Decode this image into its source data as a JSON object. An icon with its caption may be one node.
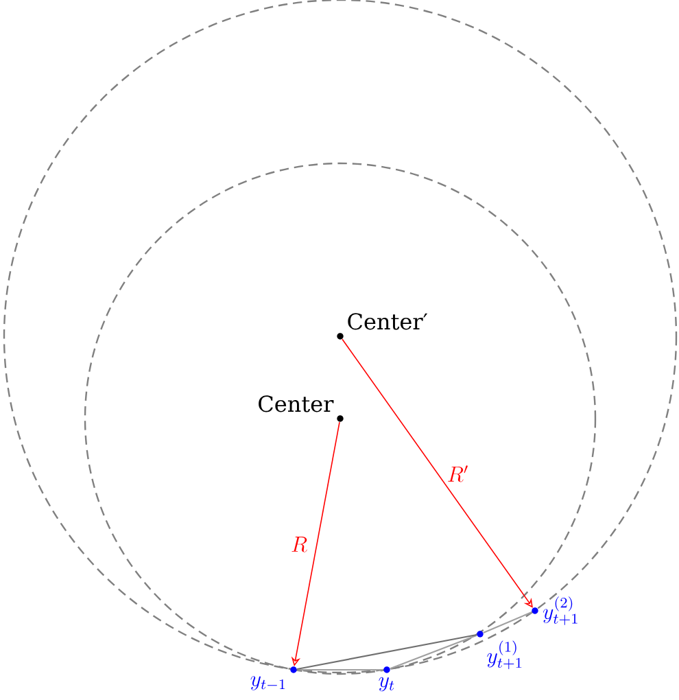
{
  "diagram": {
    "nodes": [
      {
        "text": [
          "Center"
        ]
      },
      {
        "text": [
          "Center′"
        ]
      },
      {
        "text": [
          "y_{t-1}"
        ]
      },
      {
        "text": [
          "y_t"
        ]
      },
      {
        "text": [
          "y_{t+1}^{(1)}"
        ]
      },
      {
        "text": [
          "y_{t+1}^{(2)}"
        ]
      }
    ],
    "edges": [
      {
        "from": 0,
        "to": 2,
        "arrow": "to",
        "label": "R",
        "color": "#ff0000"
      },
      {
        "from": 1,
        "to": 5,
        "arrow": "to",
        "label": "R'",
        "color": "#ff0000"
      },
      {
        "from": 2,
        "to": 3,
        "arrow": "none"
      },
      {
        "from": 3,
        "to": 4,
        "arrow": "none"
      },
      {
        "from": 2,
        "to": 4,
        "arrow": "none",
        "color": "#707070"
      },
      {
        "from": 4,
        "to": 5,
        "arrow": "none"
      }
    ]
  }
}
